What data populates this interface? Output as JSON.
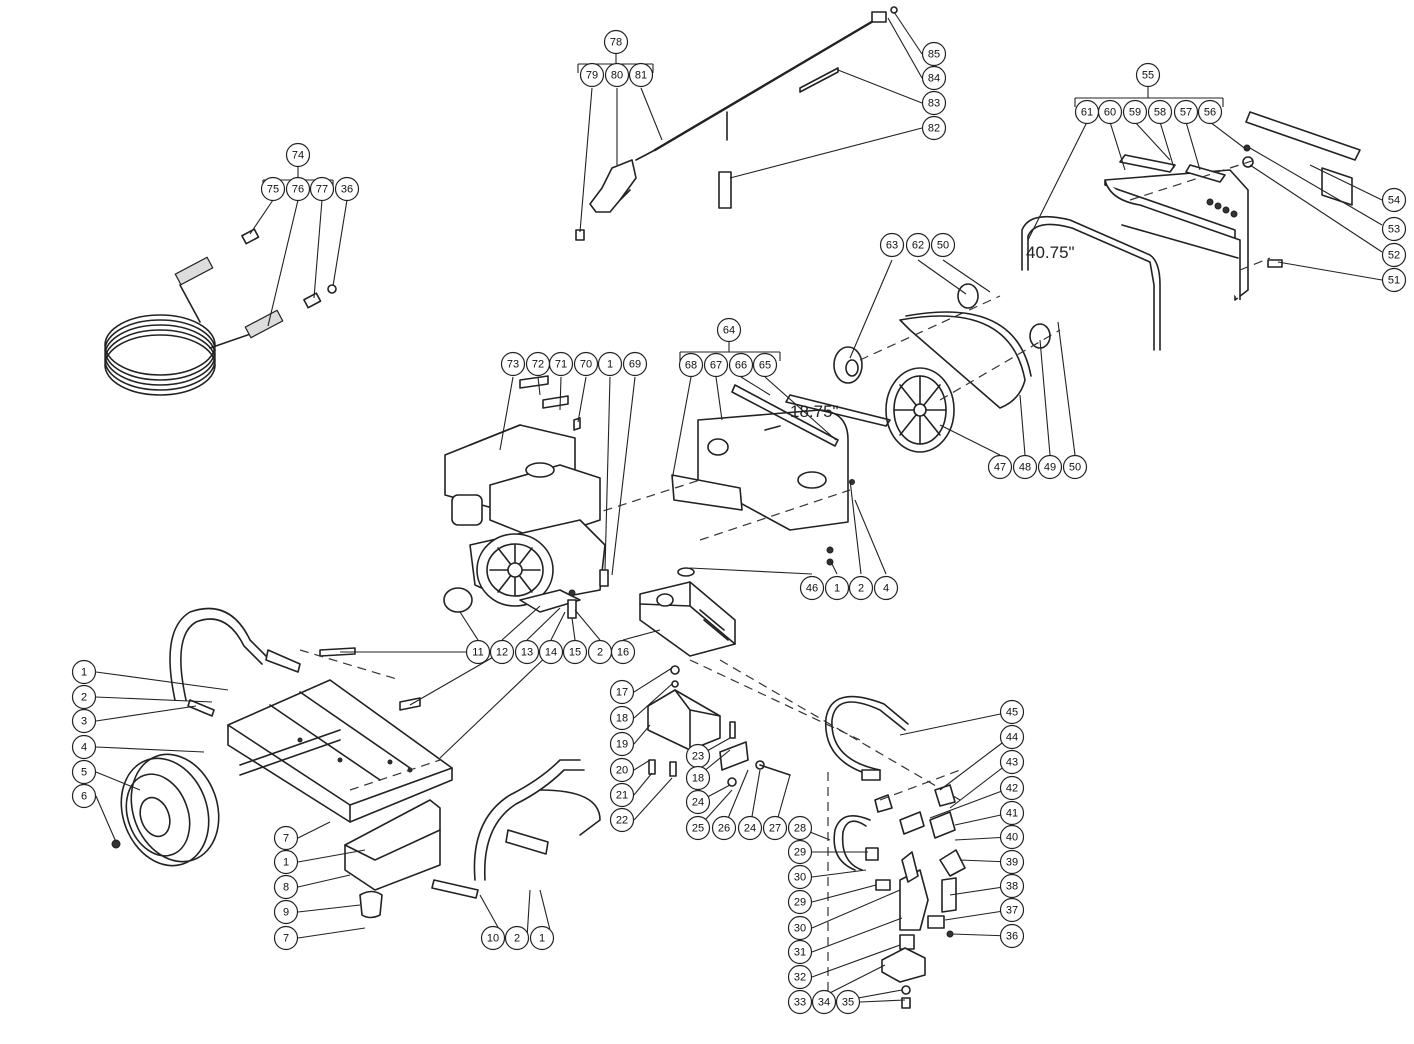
{
  "dimensions": {
    "belt_guard_length": "40.75\"",
    "shaft_length": "18.75\""
  },
  "callouts": {
    "c1": "1",
    "c2": "2",
    "c3": "3",
    "c4": "4",
    "c5": "5",
    "c6": "6",
    "c7": "7",
    "c8": "8",
    "c9": "9",
    "c10": "10",
    "c11": "11",
    "c12": "12",
    "c13": "13",
    "c14": "14",
    "c15": "15",
    "c16": "16",
    "c17": "17",
    "c18": "18",
    "c19": "19",
    "c20": "20",
    "c21": "21",
    "c22": "22",
    "c23": "23",
    "c24": "24",
    "c25": "25",
    "c26": "26",
    "c27": "27",
    "c28": "28",
    "c29": "29",
    "c30": "30",
    "c31": "31",
    "c32": "32",
    "c33": "33",
    "c34": "34",
    "c35": "35",
    "c36": "36",
    "c37": "37",
    "c38": "38",
    "c39": "39",
    "c40": "40",
    "c41": "41",
    "c42": "42",
    "c43": "43",
    "c44": "44",
    "c45": "45",
    "c46": "46",
    "c47": "47",
    "c48": "48",
    "c49": "49",
    "c50": "50",
    "c51": "51",
    "c52": "52",
    "c53": "53",
    "c54": "54",
    "c55": "55",
    "c56": "56",
    "c57": "57",
    "c58": "58",
    "c59": "59",
    "c60": "60",
    "c61": "61",
    "c62": "62",
    "c63": "63",
    "c64": "64",
    "c65": "65",
    "c66": "66",
    "c67": "67",
    "c68": "68",
    "c69": "69",
    "c70": "70",
    "c71": "71",
    "c72": "72",
    "c73": "73",
    "c74": "74",
    "c75": "75",
    "c76": "76",
    "c77": "77",
    "c78": "78",
    "c79": "79",
    "c80": "80",
    "c81": "81",
    "c82": "82",
    "c83": "83",
    "c84": "84",
    "c85": "85"
  }
}
